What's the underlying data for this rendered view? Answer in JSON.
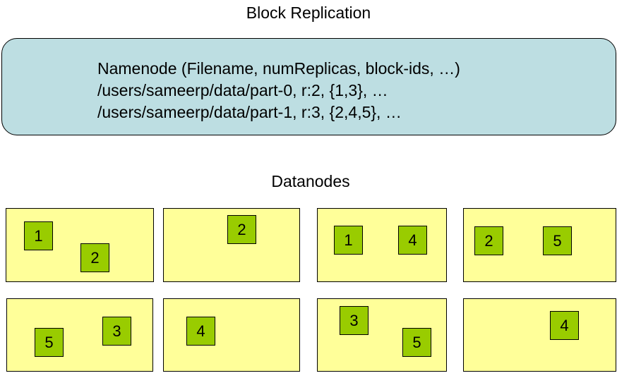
{
  "title": "Block Replication",
  "namenode": {
    "lines": [
      "Namenode (Filename, numReplicas, block-ids, …)",
      "/users/sameerp/data/part-0, r:2, {1,3}, …",
      "/users/sameerp/data/part-1, r:3, {2,4,5}, …"
    ]
  },
  "datanodes_label": "Datanodes",
  "datanodes": [
    {
      "blocks": [
        {
          "label": "1"
        },
        {
          "label": "2"
        }
      ]
    },
    {
      "blocks": [
        {
          "label": "2"
        }
      ]
    },
    {
      "blocks": [
        {
          "label": "1"
        },
        {
          "label": "4"
        }
      ]
    },
    {
      "blocks": [
        {
          "label": "2"
        },
        {
          "label": "5"
        }
      ]
    },
    {
      "blocks": [
        {
          "label": "5"
        },
        {
          "label": "3"
        }
      ]
    },
    {
      "blocks": [
        {
          "label": "4"
        }
      ]
    },
    {
      "blocks": [
        {
          "label": "3"
        },
        {
          "label": "5"
        }
      ]
    },
    {
      "blocks": [
        {
          "label": "4"
        }
      ]
    }
  ],
  "colors": {
    "namenode_fill": "#bddee2",
    "datanode_fill": "#ffff99",
    "block_fill": "#99cc00",
    "border": "#000000",
    "text": "#000000",
    "background": "#ffffff"
  }
}
